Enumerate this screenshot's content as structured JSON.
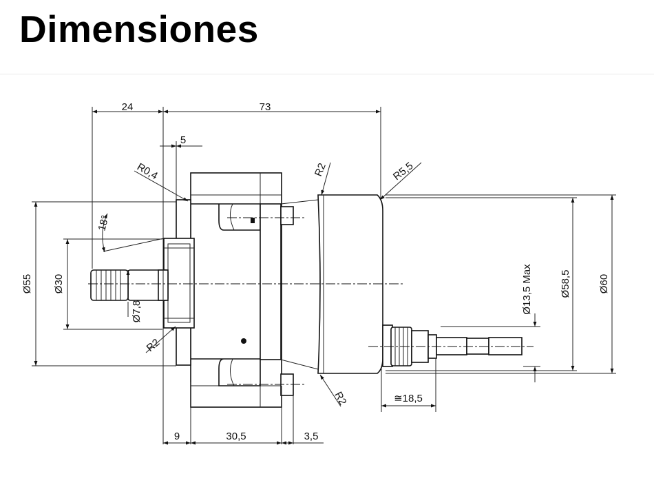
{
  "page": {
    "title": "Dimensiones"
  },
  "drawing": {
    "dimensions": {
      "d24": "24",
      "d73": "73",
      "d5": "5",
      "r04": "R0,4",
      "r2_top": "R2",
      "r55": "R5,5",
      "angle18": "18°",
      "dia55": "Ø55",
      "dia30": "Ø30",
      "dia78": "Ø7,8",
      "r2_left": "R2",
      "dia135": "Ø13,5 Max",
      "dia585": "Ø58,5",
      "dia60": "Ø60",
      "r2_bottom": "R2",
      "approx185": "≅18,5",
      "d9": "9",
      "d305": "30,5",
      "d35": "3,5"
    }
  }
}
